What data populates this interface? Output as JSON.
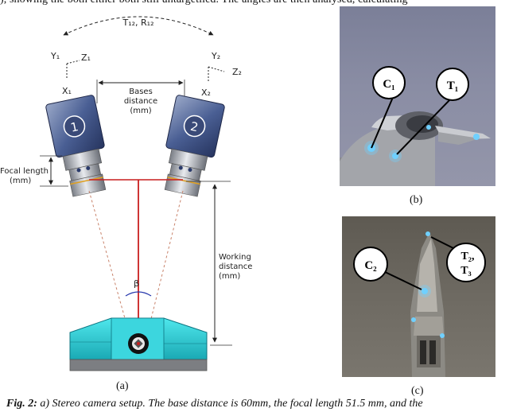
{
  "top_text": "), showing the both either both still untargetiled. The angles are then analysed, calculating",
  "setup": {
    "transform_label": "T₁₂, R₁₂",
    "cam1": {
      "id": "1",
      "y": "Y₁",
      "z": "Z₁",
      "x": "X₁"
    },
    "cam2": {
      "id": "2",
      "y": "Y₂",
      "z": "Z₂",
      "x": "X₂"
    },
    "bases_label": [
      "Bases",
      "distance",
      "(mm)"
    ],
    "focal_label": [
      "Focal length",
      "(mm)"
    ],
    "working_label": [
      "Working",
      "distance",
      "(mm)"
    ],
    "beta": "β"
  },
  "panel_labels": {
    "a": "(a)",
    "b": "(b)",
    "c": "(c)"
  },
  "photo_b": {
    "c_label": "C₁",
    "t_label": "T₁"
  },
  "photo_c": {
    "c_label": "C₂",
    "t_label_1": "T₂,",
    "t_label_2": "T₃"
  },
  "caption": {
    "fig": "Fig. 2:",
    "text": " a) Stereo camera setup. The base distance is 60mm, the focal length 51.5 mm, and the"
  }
}
